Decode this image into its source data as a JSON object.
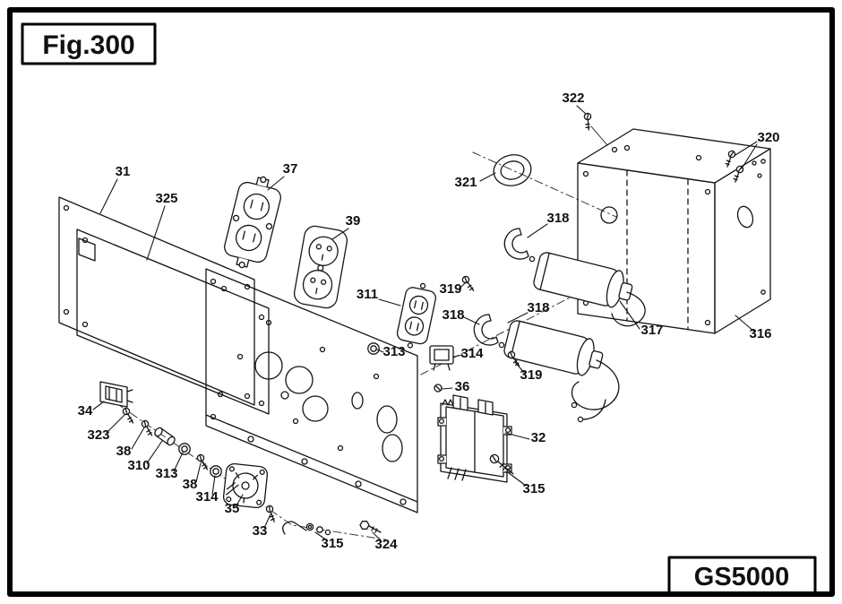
{
  "figure": {
    "title": "Fig.300",
    "model": "GS5000"
  },
  "colors": {
    "ink": "#151515",
    "paper": "#ffffff",
    "border": "#000000"
  },
  "part_labels": [
    {
      "part": "31",
      "text": "31"
    },
    {
      "part": "325",
      "text": "325"
    },
    {
      "part": "37",
      "text": "37"
    },
    {
      "part": "39",
      "text": "39"
    },
    {
      "part": "321",
      "text": "321"
    },
    {
      "part": "322",
      "text": "322"
    },
    {
      "part": "320",
      "text": "320"
    },
    {
      "part": "318-top",
      "text": "318"
    },
    {
      "part": "311",
      "text": "311"
    },
    {
      "part": "319-top",
      "text": "319"
    },
    {
      "part": "318-left",
      "text": "318"
    },
    {
      "part": "318-right",
      "text": "318"
    },
    {
      "part": "317",
      "text": "317"
    },
    {
      "part": "316",
      "text": "316"
    },
    {
      "part": "313-center",
      "text": "313"
    },
    {
      "part": "314-center",
      "text": "314"
    },
    {
      "part": "319-bottom",
      "text": "319"
    },
    {
      "part": "36",
      "text": "36"
    },
    {
      "part": "34",
      "text": "34"
    },
    {
      "part": "323",
      "text": "323"
    },
    {
      "part": "38-upper",
      "text": "38"
    },
    {
      "part": "310",
      "text": "310"
    },
    {
      "part": "313-lower",
      "text": "313"
    },
    {
      "part": "38-lower",
      "text": "38"
    },
    {
      "part": "314-lower",
      "text": "314"
    },
    {
      "part": "35",
      "text": "35"
    },
    {
      "part": "33",
      "text": "33"
    },
    {
      "part": "315-bottom",
      "text": "315"
    },
    {
      "part": "324",
      "text": "324"
    },
    {
      "part": "32",
      "text": "32"
    },
    {
      "part": "315-right",
      "text": "315"
    }
  ]
}
